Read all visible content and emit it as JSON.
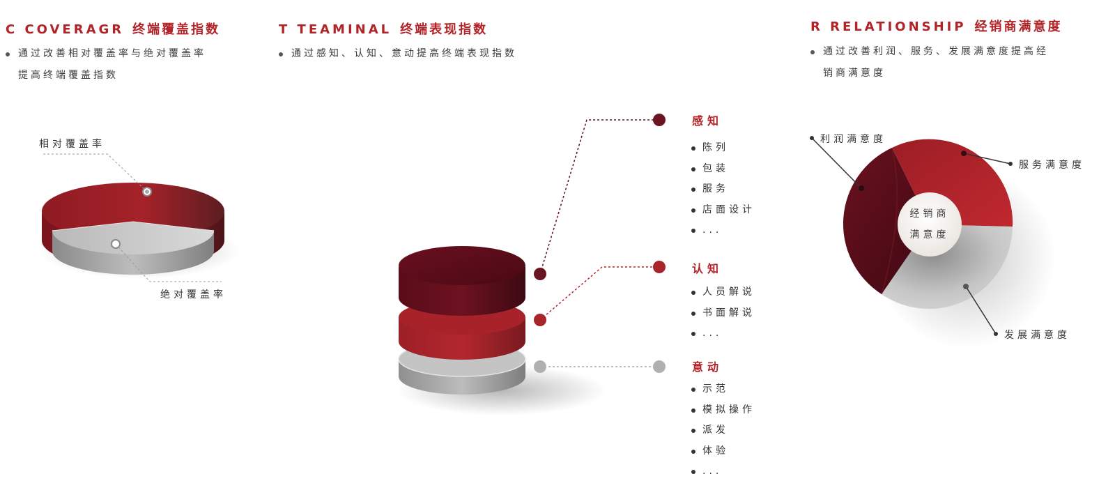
{
  "coverage": {
    "title_en": "C  COVERAGR",
    "title_cn": "终端覆盖指数",
    "desc_lines": [
      "通过改善相对覆盖率与绝对覆盖率",
      "提高终端覆盖指数"
    ],
    "label_relative": "相对覆盖率",
    "label_absolute": "绝对覆盖率"
  },
  "terminal": {
    "title_en": "T  TEAMINAL",
    "title_cn": "终端表现指数",
    "desc": "通过感知、认知、意动提高终端表现指数",
    "categories": [
      {
        "title": "感知",
        "items": [
          "陈列",
          "包装",
          "服务",
          "店面设计",
          "..."
        ]
      },
      {
        "title": "认知",
        "items": [
          "人员解说",
          "书面解说",
          "..."
        ]
      },
      {
        "title": "意动",
        "items": [
          "示范",
          "模拟操作",
          "派发",
          "体验",
          "..."
        ]
      }
    ]
  },
  "relationship": {
    "title_en": "R  RELATIONSHIP",
    "title_cn": "经销商满意度",
    "desc_lines": [
      "通过改善利润、服务、发展满意度提高经",
      "销商满意度"
    ],
    "center_lines": [
      "经销商",
      "满意度"
    ],
    "segments": [
      {
        "name": "利润满意度",
        "color": "#5e0f1d"
      },
      {
        "name": "服务满意度",
        "color": "#b4262d"
      },
      {
        "name": "发展满意度",
        "color": "#c4c4c4"
      }
    ]
  },
  "colors": {
    "accent": "#b22328",
    "dark_red": "#5e0f1d",
    "gray": "#a7a7a7"
  }
}
